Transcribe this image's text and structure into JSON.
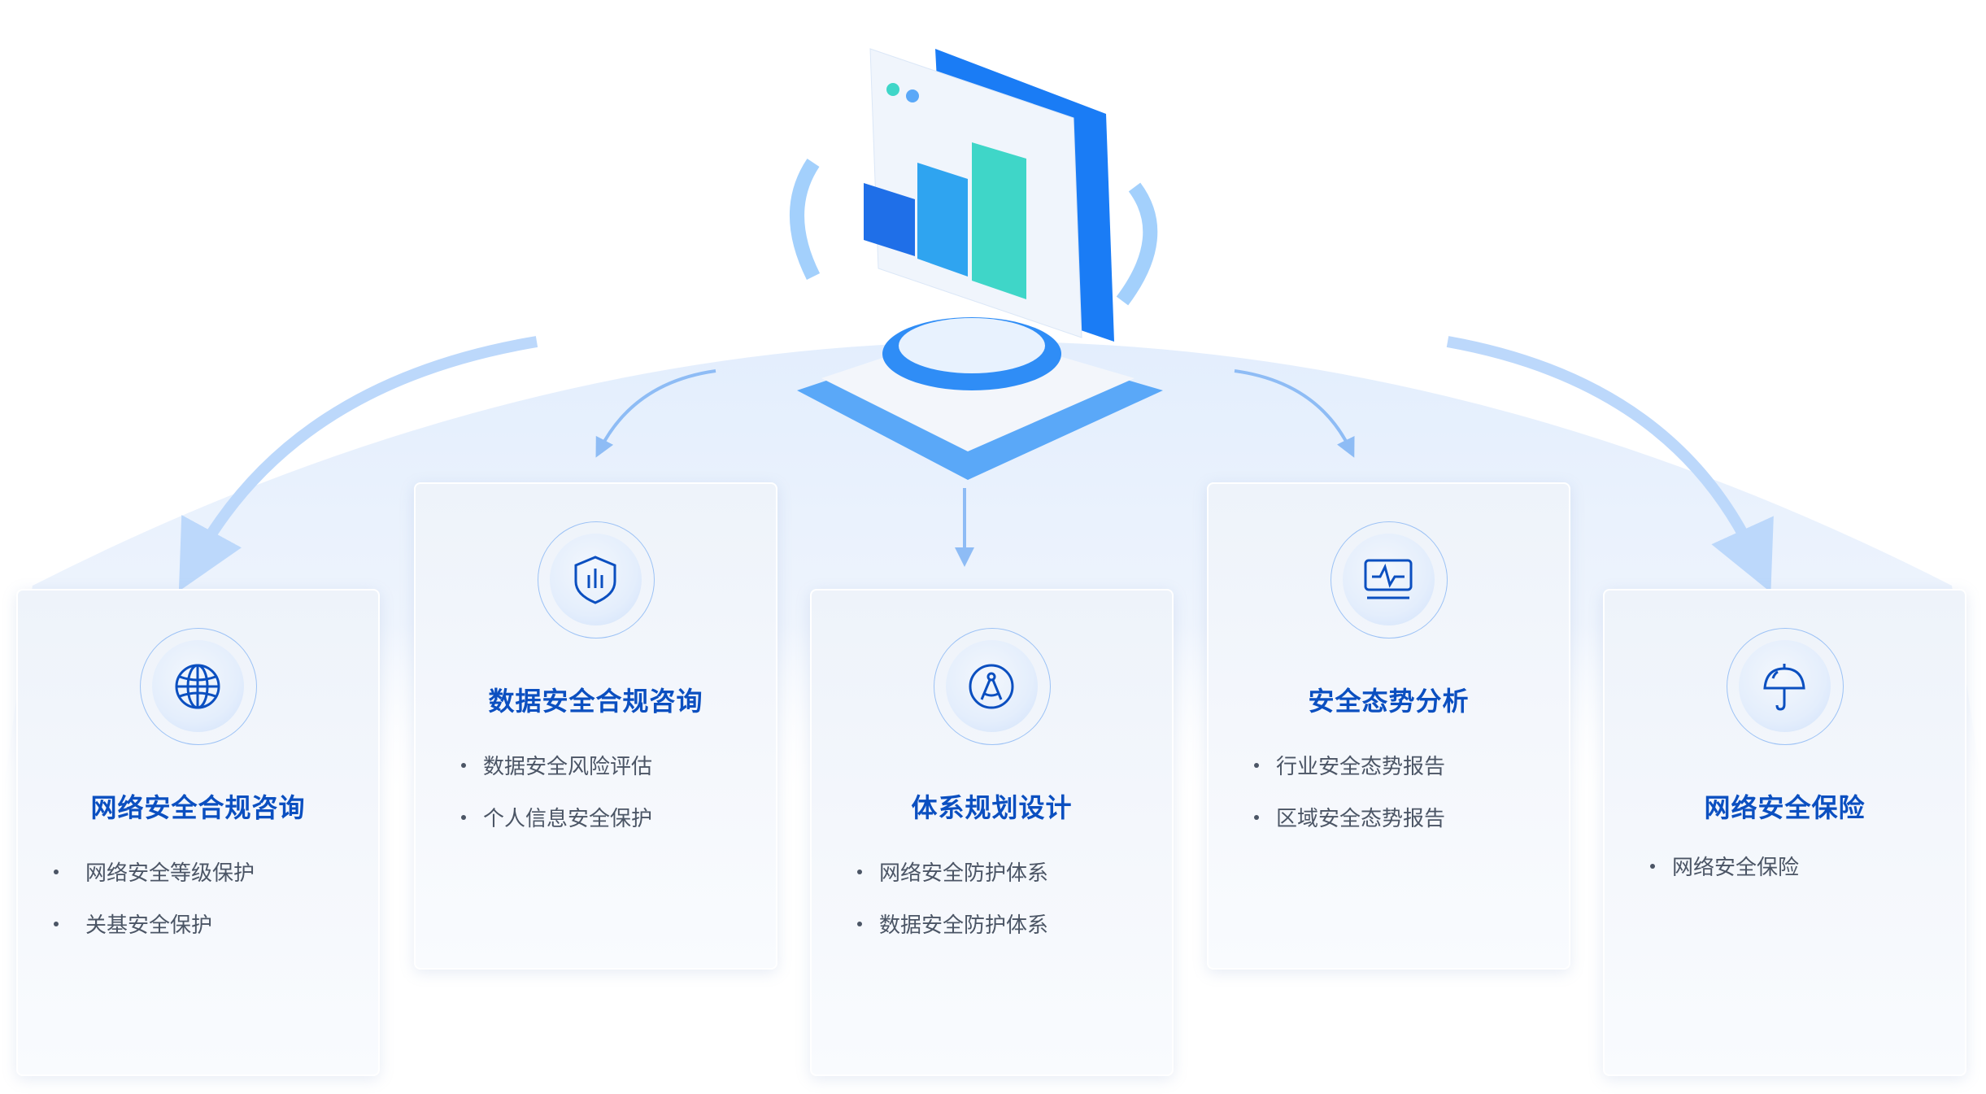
{
  "cards": [
    {
      "title": "网络安全合规咨询",
      "icon": "globe-icon",
      "items": [
        "网络安全等级保护",
        "关基安全保护"
      ]
    },
    {
      "title": "数据安全合规咨询",
      "icon": "shield-chart-icon",
      "items": [
        "数据安全风险评估",
        "个人信息安全保护"
      ]
    },
    {
      "title": "体系规划设计",
      "icon": "compass-icon",
      "items": [
        "网络安全防护体系",
        "数据安全防护体系"
      ]
    },
    {
      "title": "安全态势分析",
      "icon": "monitor-pulse-icon",
      "items": [
        "行业安全态势报告",
        "区域安全态势报告"
      ]
    },
    {
      "title": "网络安全保险",
      "icon": "umbrella-icon",
      "items": [
        "网络安全保险"
      ]
    }
  ],
  "colors": {
    "title": "#0b4fc0",
    "text": "#4b5565",
    "accent": "#1a7cf5",
    "arrow": "#bcd8fb"
  }
}
